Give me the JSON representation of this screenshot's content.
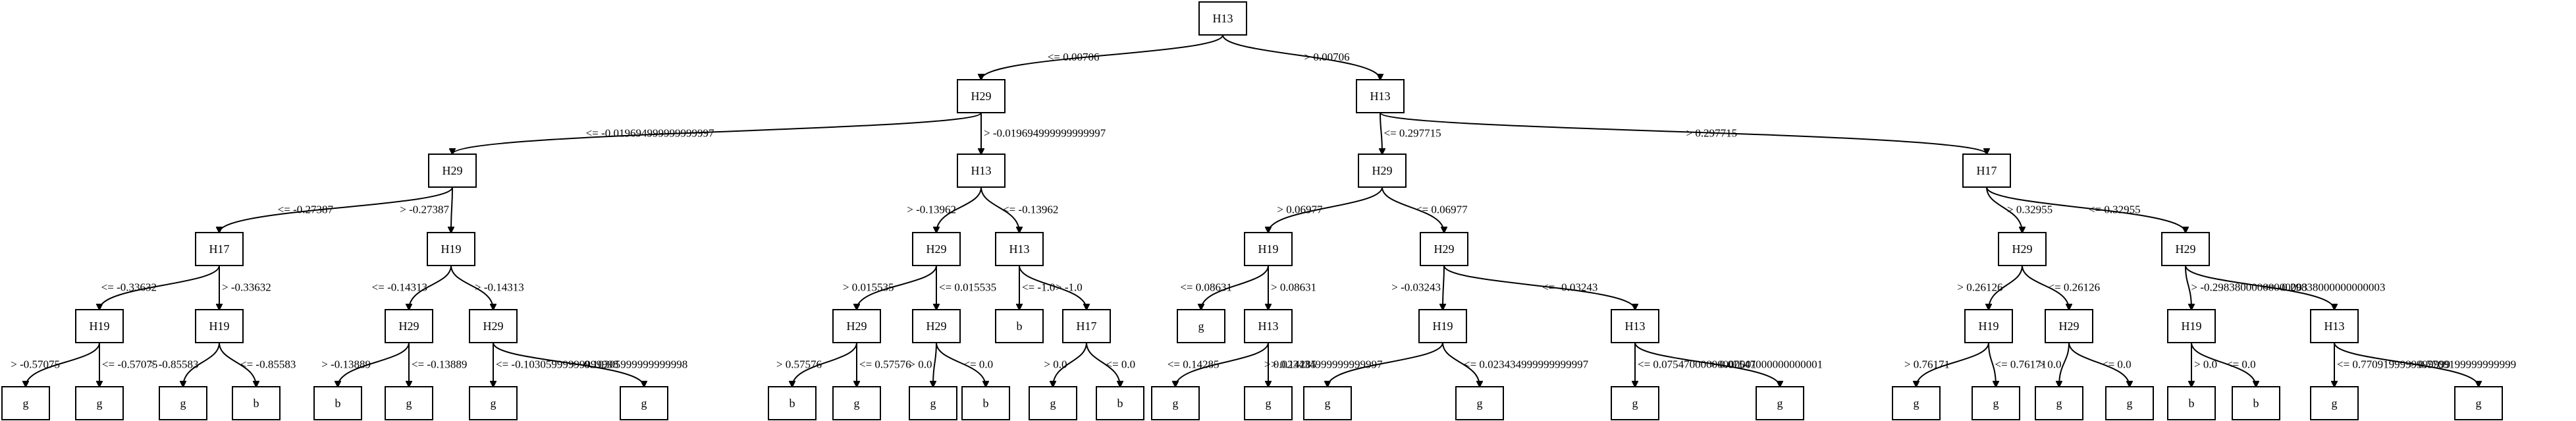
{
  "nodes": [
    {
      "id": "n0",
      "label": "H13"
    },
    {
      "id": "n1",
      "label": "H29"
    },
    {
      "id": "n2",
      "label": "H13"
    },
    {
      "id": "n3",
      "label": "H29"
    },
    {
      "id": "n4",
      "label": "H13"
    },
    {
      "id": "n5",
      "label": "H29"
    },
    {
      "id": "n6",
      "label": "H17"
    },
    {
      "id": "n7",
      "label": "H17"
    },
    {
      "id": "n8",
      "label": "H19"
    },
    {
      "id": "n9",
      "label": "H29"
    },
    {
      "id": "n10",
      "label": "H13"
    },
    {
      "id": "n11",
      "label": "H19"
    },
    {
      "id": "n12",
      "label": "H29"
    },
    {
      "id": "n13",
      "label": "H29"
    },
    {
      "id": "n14",
      "label": "H29"
    },
    {
      "id": "n15",
      "label": "H19"
    },
    {
      "id": "n16",
      "label": "H19"
    },
    {
      "id": "n17",
      "label": "H29"
    },
    {
      "id": "n18",
      "label": "H29"
    },
    {
      "id": "n19",
      "label": "H29"
    },
    {
      "id": "n20",
      "label": "H29"
    },
    {
      "id": "n21",
      "label": "b"
    },
    {
      "id": "n22",
      "label": "H17"
    },
    {
      "id": "n23",
      "label": "g"
    },
    {
      "id": "n24",
      "label": "H13"
    },
    {
      "id": "n25",
      "label": "H19"
    },
    {
      "id": "n26",
      "label": "H13"
    },
    {
      "id": "n27",
      "label": "H19"
    },
    {
      "id": "n28",
      "label": "H29"
    },
    {
      "id": "n29",
      "label": "H19"
    },
    {
      "id": "n30",
      "label": "H13"
    },
    {
      "id": "n31",
      "label": "g"
    },
    {
      "id": "n32",
      "label": "g"
    },
    {
      "id": "n33",
      "label": "g"
    },
    {
      "id": "n34",
      "label": "b"
    },
    {
      "id": "n35",
      "label": "b"
    },
    {
      "id": "n36",
      "label": "g"
    },
    {
      "id": "n37",
      "label": "g"
    },
    {
      "id": "n38",
      "label": "g"
    },
    {
      "id": "n39",
      "label": "b"
    },
    {
      "id": "n40",
      "label": "g"
    },
    {
      "id": "n41",
      "label": "g"
    },
    {
      "id": "n42",
      "label": "b"
    },
    {
      "id": "n43",
      "label": "g"
    },
    {
      "id": "n44",
      "label": "b"
    },
    {
      "id": "n45",
      "label": "g"
    },
    {
      "id": "n46",
      "label": "g"
    },
    {
      "id": "n47",
      "label": "g"
    },
    {
      "id": "n48",
      "label": "g"
    },
    {
      "id": "n49",
      "label": "g"
    },
    {
      "id": "n50",
      "label": "g"
    },
    {
      "id": "n51",
      "label": "g"
    },
    {
      "id": "n52",
      "label": "g"
    },
    {
      "id": "n53",
      "label": "g"
    },
    {
      "id": "n54",
      "label": "g"
    },
    {
      "id": "n55",
      "label": "b"
    },
    {
      "id": "n56",
      "label": "b"
    },
    {
      "id": "n57",
      "label": "g"
    },
    {
      "id": "n58",
      "label": "g"
    }
  ],
  "edges": [
    {
      "from": "n0",
      "to": "n1",
      "label": "<= 0.00706"
    },
    {
      "from": "n0",
      "to": "n2",
      "label": "> 0.00706"
    },
    {
      "from": "n1",
      "to": "n3",
      "label": "<= -0.019694999999999997"
    },
    {
      "from": "n1",
      "to": "n4",
      "label": "> -0.019694999999999997"
    },
    {
      "from": "n2",
      "to": "n5",
      "label": "<= 0.297715"
    },
    {
      "from": "n2",
      "to": "n6",
      "label": "> 0.297715"
    },
    {
      "from": "n3",
      "to": "n7",
      "label": "<= -0.27387"
    },
    {
      "from": "n3",
      "to": "n8",
      "label": "> -0.27387"
    },
    {
      "from": "n4",
      "to": "n9",
      "label": "> -0.13962"
    },
    {
      "from": "n4",
      "to": "n10",
      "label": "<= -0.13962"
    },
    {
      "from": "n5",
      "to": "n11",
      "label": "> 0.06977"
    },
    {
      "from": "n5",
      "to": "n12",
      "label": "<= 0.06977"
    },
    {
      "from": "n6",
      "to": "n13",
      "label": "> 0.32955"
    },
    {
      "from": "n6",
      "to": "n14",
      "label": "<= 0.32955"
    },
    {
      "from": "n7",
      "to": "n15",
      "label": "<= -0.33632"
    },
    {
      "from": "n7",
      "to": "n16",
      "label": "> -0.33632"
    },
    {
      "from": "n8",
      "to": "n17",
      "label": "<= -0.14313"
    },
    {
      "from": "n8",
      "to": "n18",
      "label": "> -0.14313"
    },
    {
      "from": "n9",
      "to": "n19",
      "label": "> 0.015535"
    },
    {
      "from": "n9",
      "to": "n20",
      "label": "<= 0.015535"
    },
    {
      "from": "n10",
      "to": "n21",
      "label": "<= -1.0"
    },
    {
      "from": "n10",
      "to": "n22",
      "label": "> -1.0"
    },
    {
      "from": "n11",
      "to": "n23",
      "label": "<= 0.08631"
    },
    {
      "from": "n11",
      "to": "n24",
      "label": "> 0.08631"
    },
    {
      "from": "n12",
      "to": "n25",
      "label": "> -0.03243"
    },
    {
      "from": "n12",
      "to": "n26",
      "label": "<= -0.03243"
    },
    {
      "from": "n13",
      "to": "n27",
      "label": "> 0.26126"
    },
    {
      "from": "n13",
      "to": "n28",
      "label": "<= 0.26126"
    },
    {
      "from": "n14",
      "to": "n29",
      "label": "> -0.29838000000000003"
    },
    {
      "from": "n14",
      "to": "n30",
      "label": "<= -0.29838000000000003"
    },
    {
      "from": "n15",
      "to": "n31",
      "label": "> -0.57075"
    },
    {
      "from": "n15",
      "to": "n32",
      "label": "<= -0.57075"
    },
    {
      "from": "n16",
      "to": "n33",
      "label": "> -0.85583"
    },
    {
      "from": "n16",
      "to": "n34",
      "label": "<= -0.85583"
    },
    {
      "from": "n17",
      "to": "n35",
      "label": "> -0.13889"
    },
    {
      "from": "n17",
      "to": "n36",
      "label": "<= -0.13889"
    },
    {
      "from": "n18",
      "to": "n37",
      "label": "<= -0.10305999999999998"
    },
    {
      "from": "n18",
      "to": "n38",
      "label": "> -0.10305999999999998"
    },
    {
      "from": "n19",
      "to": "n39",
      "label": "> 0.57576"
    },
    {
      "from": "n19",
      "to": "n40",
      "label": "<= 0.57576"
    },
    {
      "from": "n20",
      "to": "n41",
      "label": "> 0.0"
    },
    {
      "from": "n20",
      "to": "n42",
      "label": "<= 0.0"
    },
    {
      "from": "n22",
      "to": "n43",
      "label": "> 0.0"
    },
    {
      "from": "n22",
      "to": "n44",
      "label": "<= 0.0"
    },
    {
      "from": "n24",
      "to": "n45",
      "label": "<= 0.14285"
    },
    {
      "from": "n24",
      "to": "n46",
      "label": "> 0.14285"
    },
    {
      "from": "n25",
      "to": "n47",
      "label": "> 0.023434999999999997"
    },
    {
      "from": "n25",
      "to": "n48",
      "label": "<= 0.023434999999999997"
    },
    {
      "from": "n26",
      "to": "n49",
      "label": "<= 0.07547000000000001"
    },
    {
      "from": "n26",
      "to": "n50",
      "label": "> 0.07547000000000001"
    },
    {
      "from": "n27",
      "to": "n51",
      "label": "> 0.76171"
    },
    {
      "from": "n27",
      "to": "n52",
      "label": "<= 0.76171"
    },
    {
      "from": "n28",
      "to": "n53",
      "label": "> 0.0"
    },
    {
      "from": "n28",
      "to": "n54",
      "label": "<= 0.0"
    },
    {
      "from": "n29",
      "to": "n55",
      "label": "> 0.0"
    },
    {
      "from": "n29",
      "to": "n56",
      "label": "<= 0.0"
    },
    {
      "from": "n30",
      "to": "n57",
      "label": "<= 0.7709199999999999"
    },
    {
      "from": "n30",
      "to": "n58",
      "label": "> 0.7709199999999999"
    }
  ]
}
